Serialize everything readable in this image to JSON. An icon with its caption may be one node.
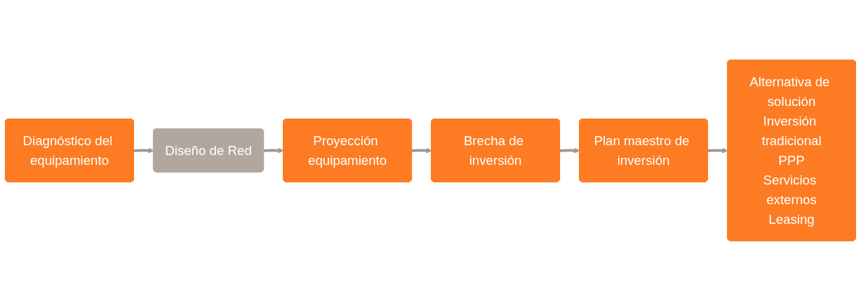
{
  "diagram": {
    "nodes": [
      {
        "text": [
          "Diagnóstico del equipamiento"
        ]
      },
      {
        "text": [
          "Diseño de Red"
        ]
      },
      {
        "text": [
          "Proyección equipamiento"
        ]
      },
      {
        "text": [
          "Brecha de inversión"
        ]
      },
      {
        "text": [
          "Plan maestro de inversión"
        ]
      },
      {
        "text": [
          "Alternativa de solución",
          "Inversión tradicional",
          "PPP",
          "Servicios externos",
          "Leasing"
        ]
      }
    ],
    "edges": [
      {
        "from": 0,
        "to": 1,
        "arrow": "to"
      },
      {
        "from": 1,
        "to": 2,
        "arrow": "to"
      },
      {
        "from": 2,
        "to": 3,
        "arrow": "to"
      },
      {
        "from": 3,
        "to": 4,
        "arrow": "to"
      },
      {
        "from": 4,
        "to": 5,
        "arrow": "to"
      }
    ]
  }
}
